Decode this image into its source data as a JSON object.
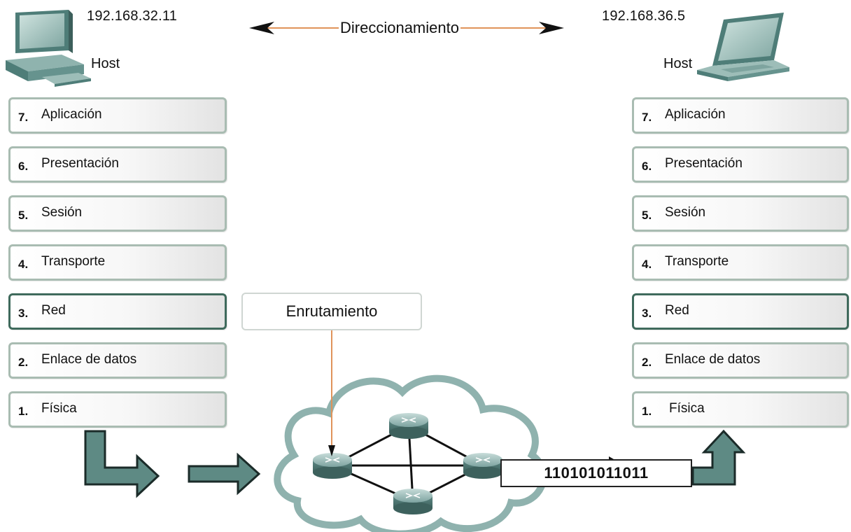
{
  "header": {
    "left_ip": "192.168.32.11",
    "right_ip": "192.168.36.5",
    "addressing_label": "Direccionamiento"
  },
  "left_host": {
    "label": "Host",
    "icon": "desktop-computer-icon",
    "layers": [
      {
        "num": "7.",
        "name": "Aplicación"
      },
      {
        "num": "6.",
        "name": "Presentación"
      },
      {
        "num": "5.",
        "name": "Sesión"
      },
      {
        "num": "4.",
        "name": "Transporte"
      },
      {
        "num": "3.",
        "name": "Red"
      },
      {
        "num": "2.",
        "name": "Enlace de datos"
      },
      {
        "num": "1.",
        "name": "Física"
      }
    ]
  },
  "right_host": {
    "label": "Host",
    "icon": "laptop-icon",
    "layers": [
      {
        "num": "7.",
        "name": "Aplicación"
      },
      {
        "num": "6.",
        "name": "Presentación"
      },
      {
        "num": "5.",
        "name": "Sesión"
      },
      {
        "num": "4.",
        "name": "Transporte"
      },
      {
        "num": "3.",
        "name": "Red"
      },
      {
        "num": "2.",
        "name": "Enlace de datos"
      },
      {
        "num": "1.",
        "name": "Física"
      }
    ]
  },
  "routing_label": "Enrutamiento",
  "bitstream": "110101011011",
  "colors": {
    "layer_border": "#a9bcb2",
    "highlight_border": "#3f6a5c",
    "arrow_fill": "#5e8a84",
    "cloud_stroke": "#8fb2ae",
    "addressing_arrow": "#e0935a"
  }
}
